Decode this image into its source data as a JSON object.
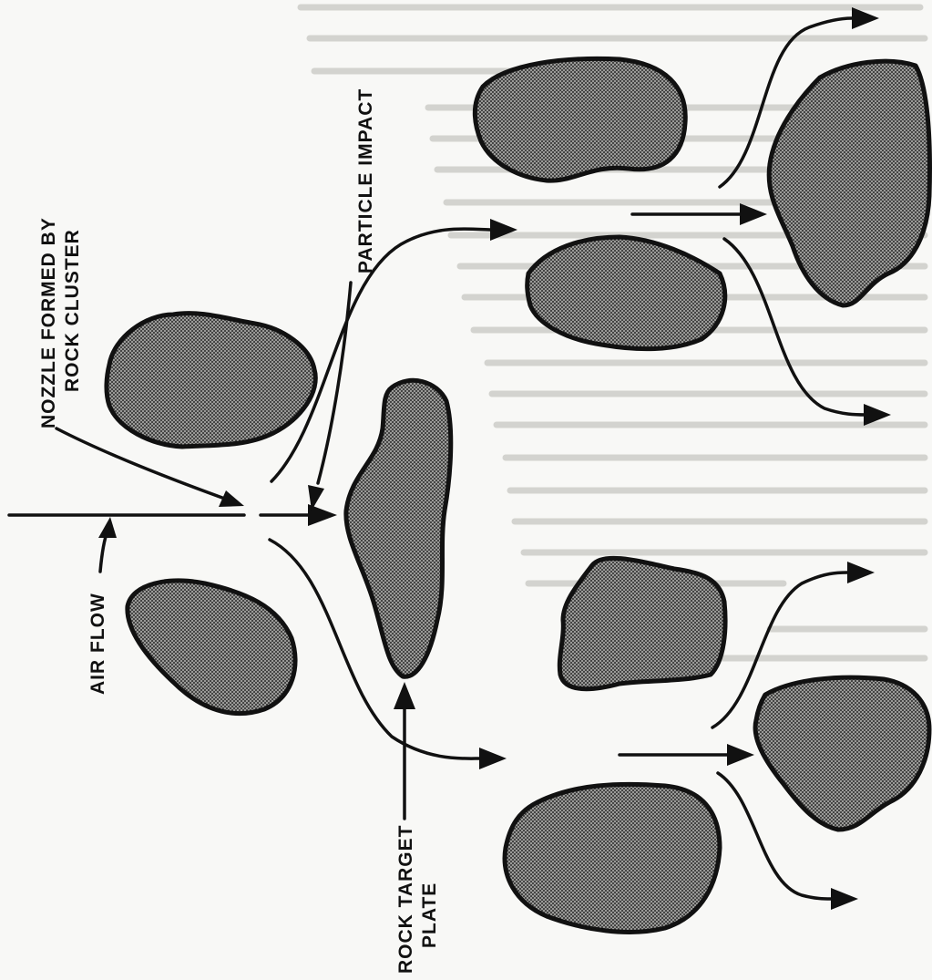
{
  "labels": {
    "air_flow": "AIR FLOW",
    "nozzle_line1": "NOZZLE FORMED BY",
    "nozzle_line2": "ROCK CLUSTER",
    "particle_impact": "PARTICLE IMPACT",
    "target_line1": "ROCK TARGET",
    "target_line2": "PLATE"
  },
  "colors": {
    "ink": "#111111",
    "paper": "#f8f8f6",
    "stipple_dot": "#333333",
    "bleed_through_text": "#c9c9c6"
  }
}
